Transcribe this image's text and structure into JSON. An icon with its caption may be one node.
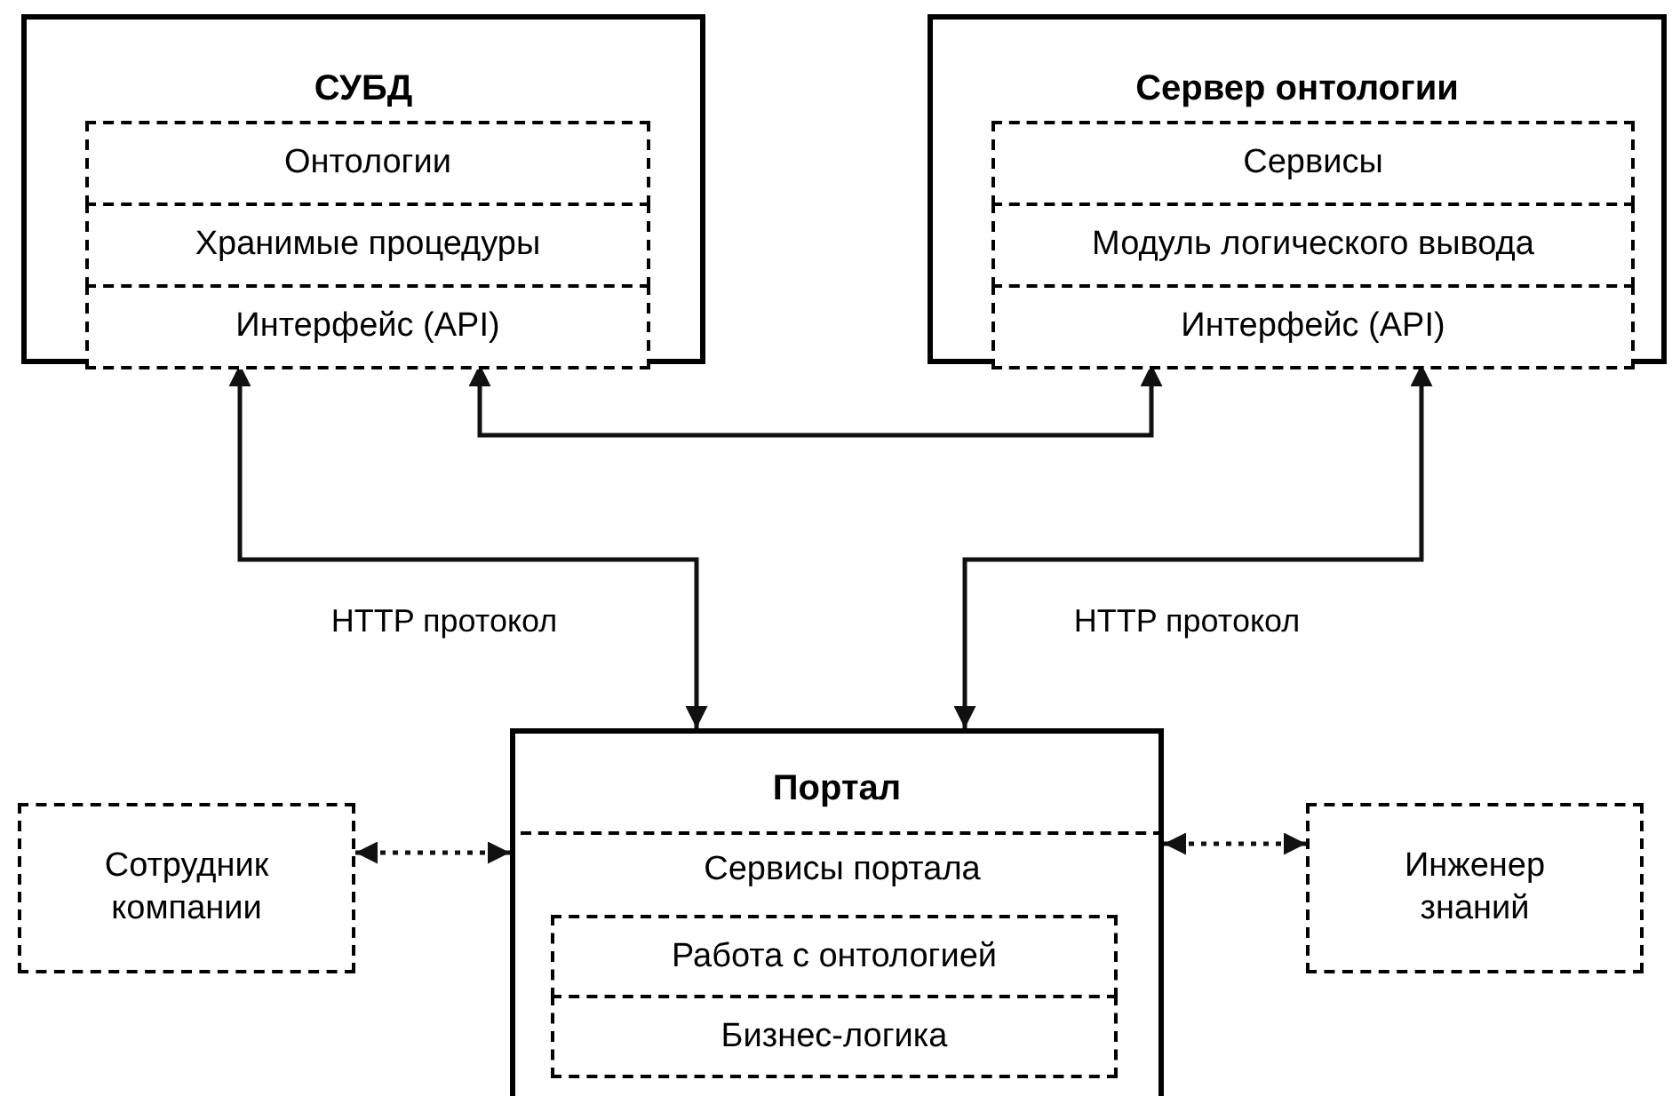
{
  "diagram": {
    "nodes": [
      {
        "text": [
          "СУБД"
        ]
      },
      {
        "text": [
          "Онтологии"
        ],
        "in": 0
      },
      {
        "text": [
          "Хранимые процедуры"
        ],
        "in": 0
      },
      {
        "text": [
          "Интерфейс (API)"
        ],
        "in": 0
      },
      {
        "text": [
          "Сервер онтологии"
        ]
      },
      {
        "text": [
          "Сервисы"
        ],
        "in": 4
      },
      {
        "text": [
          "Модуль логического вывода"
        ],
        "in": 4
      },
      {
        "text": [
          "Интерфейс (API)"
        ],
        "in": 4
      },
      {
        "text": [
          "Портал"
        ]
      },
      {
        "text": [
          "Сервисы портала"
        ],
        "in": 8
      },
      {
        "text": [
          "Работа с онтологией"
        ],
        "in": 9
      },
      {
        "text": [
          "Бизнес-логика"
        ],
        "in": 9
      },
      {
        "text": [
          "Сотрудник компании"
        ]
      },
      {
        "text": [
          "Инженер знаний"
        ]
      }
    ],
    "edges": [
      {
        "from": 3,
        "to": 8,
        "arrow": "both",
        "label": "HTTP протокол"
      },
      {
        "from": 3,
        "to": 7,
        "arrow": "both"
      },
      {
        "from": 7,
        "to": 8,
        "arrow": "both",
        "label": "HTTP протокол"
      },
      {
        "from": 12,
        "to": 8,
        "arrow": "both",
        "style": "dashed"
      },
      {
        "from": 8,
        "to": 13,
        "arrow": "both",
        "style": "dashed"
      }
    ]
  }
}
